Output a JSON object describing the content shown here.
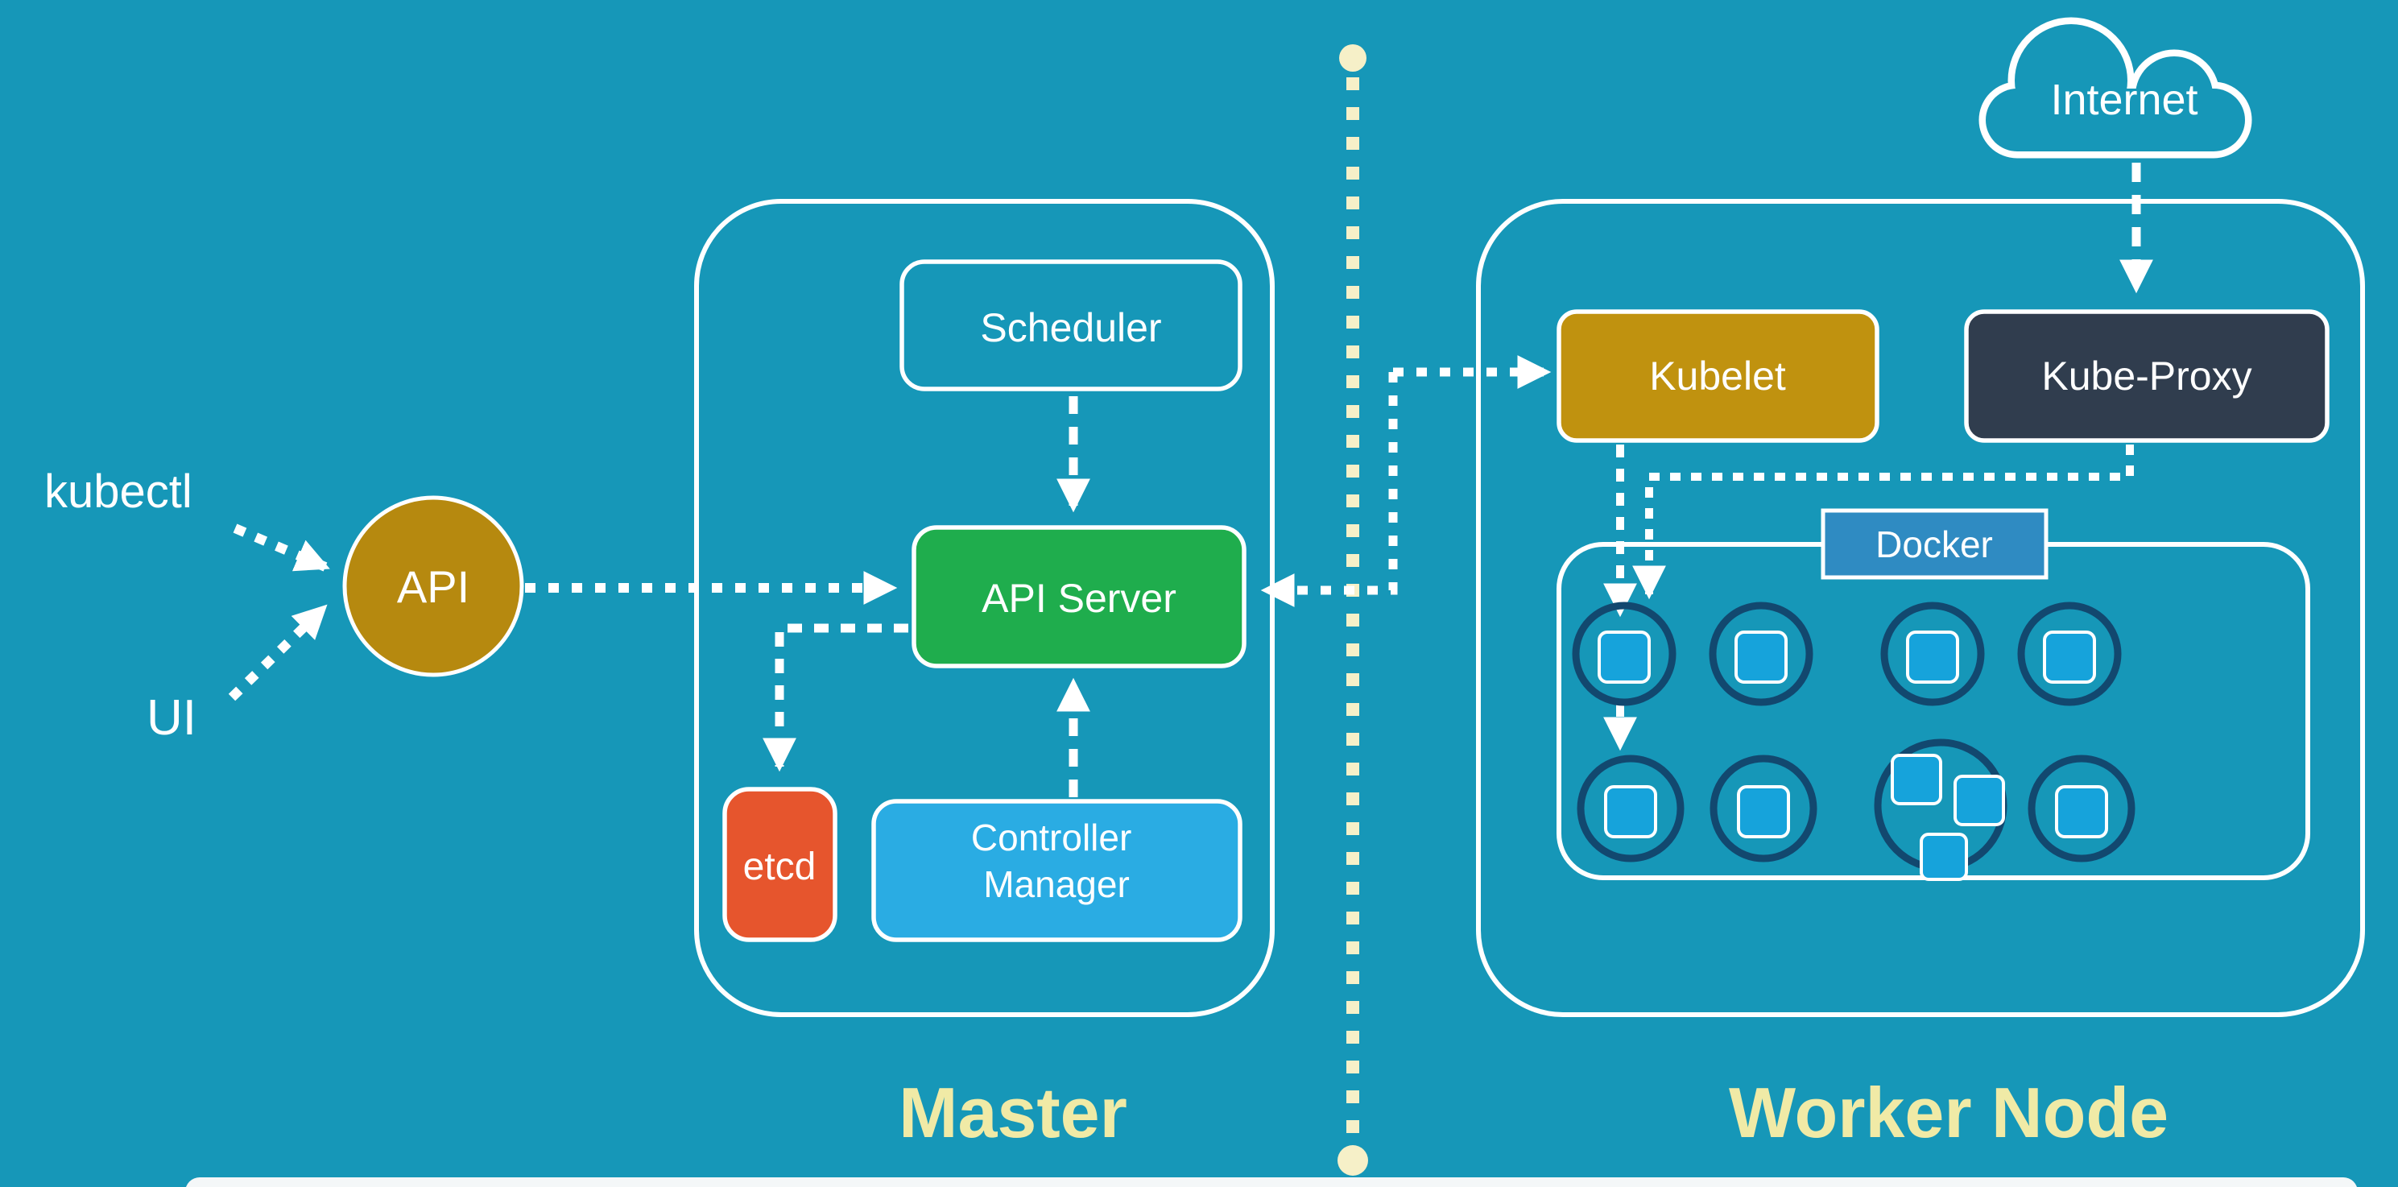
{
  "colors": {
    "background": "#1697B8",
    "white": "#FFFFFF",
    "divider_cream": "#F6F0C8",
    "section_label_cream": "#F0EAA6",
    "api_gold": "#B6890F",
    "kubelet_gold": "#C0920F",
    "api_server_green": "#1FAD4D",
    "etcd_orange": "#E6552D",
    "controller_manager_blue": "#2AACE3",
    "kube_proxy_navy": "#303D4E",
    "docker_label_blue": "#2F8BC2",
    "pod_outline_navy": "#12486F",
    "container_blue": "#16A3DB",
    "bottom_bar_white": "#F4F7F8"
  },
  "clients": {
    "kubectl_label": "kubectl",
    "ui_label": "UI",
    "api_label": "API"
  },
  "master": {
    "section_label": "Master",
    "scheduler_label": "Scheduler",
    "api_server_label": "API Server",
    "etcd_label": "etcd",
    "controller_manager_line1": "Controller",
    "controller_manager_line2": "Manager"
  },
  "worker": {
    "section_label": "Worker Node",
    "kubelet_label": "Kubelet",
    "kube_proxy_label": "Kube-Proxy",
    "docker_label": "Docker",
    "pod_container_counts": {
      "row1": [
        1,
        1,
        1,
        1
      ],
      "row2": [
        1,
        1,
        3,
        1
      ]
    }
  },
  "external": {
    "internet_label": "Internet"
  }
}
